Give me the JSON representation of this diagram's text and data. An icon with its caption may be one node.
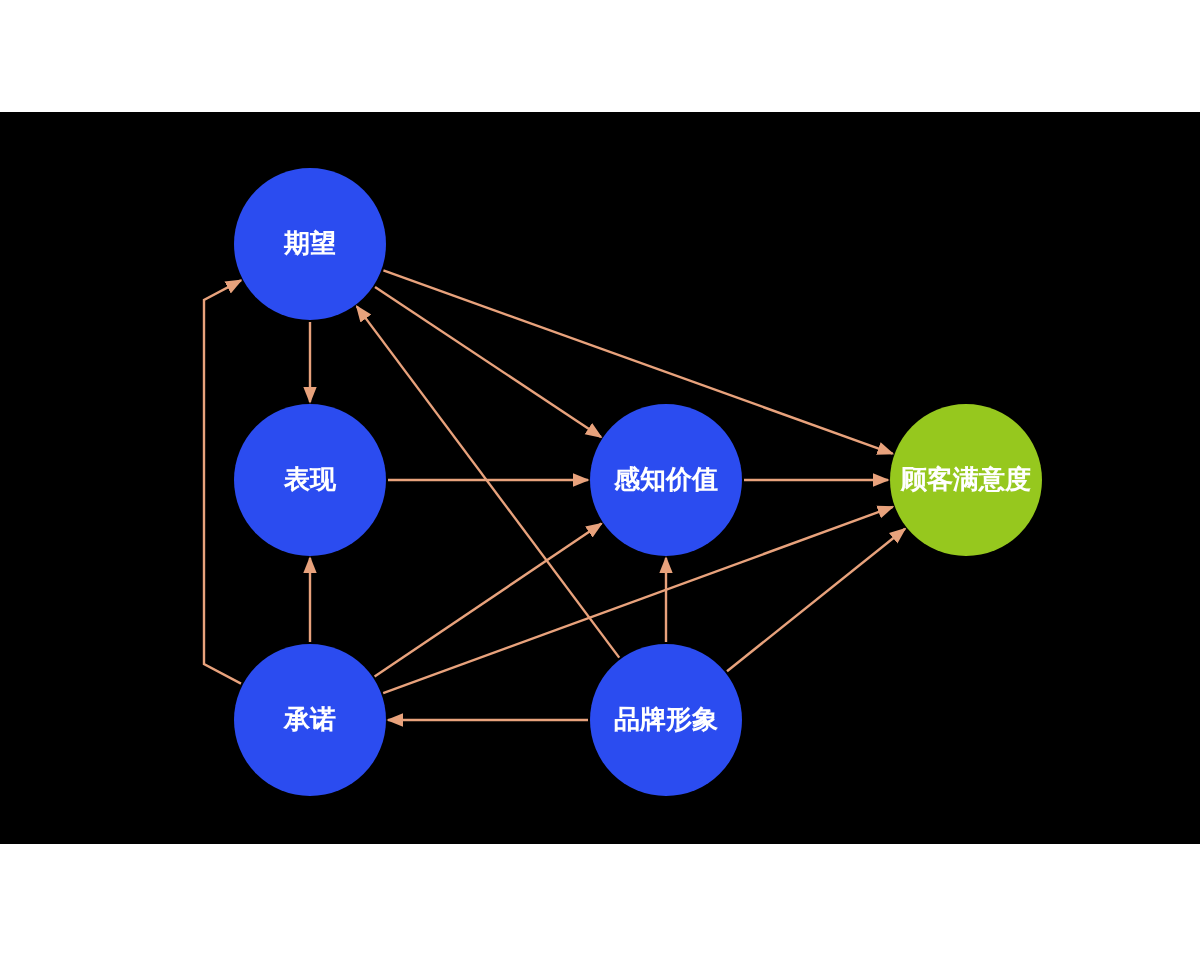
{
  "diagram": {
    "nodes": [
      {
        "text": [
          "期望"
        ]
      },
      {
        "text": [
          "表现"
        ]
      },
      {
        "text": [
          "感知价值"
        ]
      },
      {
        "text": [
          "顾客满意度"
        ]
      },
      {
        "text": [
          "承诺"
        ]
      },
      {
        "text": [
          "品牌形象"
        ]
      }
    ],
    "edges": [
      {
        "from": 0,
        "to": 1,
        "arrow": "to"
      },
      {
        "from": 0,
        "to": 2,
        "arrow": "to"
      },
      {
        "from": 0,
        "to": 3,
        "arrow": "to"
      },
      {
        "from": 1,
        "to": 2,
        "arrow": "to"
      },
      {
        "from": 2,
        "to": 3,
        "arrow": "to"
      },
      {
        "from": 4,
        "to": 1,
        "arrow": "to"
      },
      {
        "from": 4,
        "to": 0,
        "arrow": "to"
      },
      {
        "from": 4,
        "to": 2,
        "arrow": "to"
      },
      {
        "from": 4,
        "to": 3,
        "arrow": "to"
      },
      {
        "from": 5,
        "to": 0,
        "arrow": "to"
      },
      {
        "from": 5,
        "to": 2,
        "arrow": "to"
      },
      {
        "from": 5,
        "to": 3,
        "arrow": "to"
      },
      {
        "from": 5,
        "to": 4,
        "arrow": "to"
      }
    ]
  }
}
